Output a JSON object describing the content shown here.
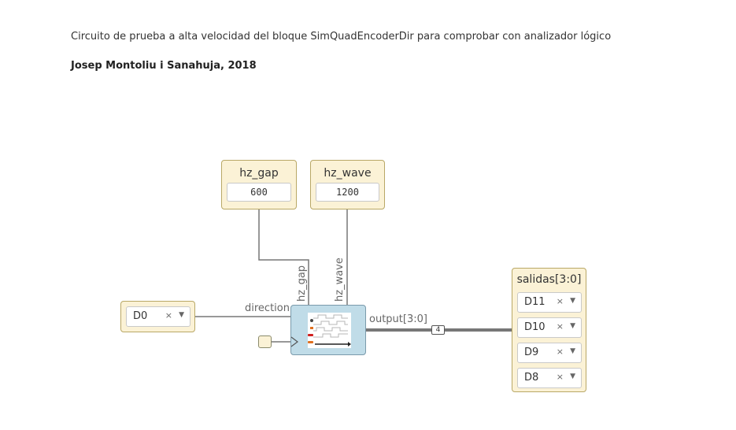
{
  "header": {
    "description": "Circuito de prueba a alta velocidad del bloque SimQuadEncoderDir para comprobar con analizador lógico",
    "author": "Josep Montoliu i Sanahuja, 2018"
  },
  "constants": {
    "hz_gap": {
      "label": "hz_gap",
      "value": "600"
    },
    "hz_wave": {
      "label": "hz_wave",
      "value": "1200"
    }
  },
  "input_pin": {
    "value": "D0",
    "clear": "×",
    "arrow": "▼"
  },
  "output_block": {
    "label": "salidas[3:0]",
    "pins": [
      {
        "value": "D11",
        "clear": "×",
        "arrow": "▼"
      },
      {
        "value": "D10",
        "clear": "×",
        "arrow": "▼"
      },
      {
        "value": "D9",
        "clear": "×",
        "arrow": "▼"
      },
      {
        "value": "D8",
        "clear": "×",
        "arrow": "▼"
      }
    ]
  },
  "wire_labels": {
    "direction": "direction",
    "hz_gap": "hz_gap",
    "hz_wave": "hz_wave",
    "output": "output[3:0]",
    "bus_width": "4"
  },
  "colors": {
    "block_fill": "#fbf2d6",
    "block_border": "#b9a866",
    "module_fill": "#c0dce8",
    "wire": "#777777"
  }
}
